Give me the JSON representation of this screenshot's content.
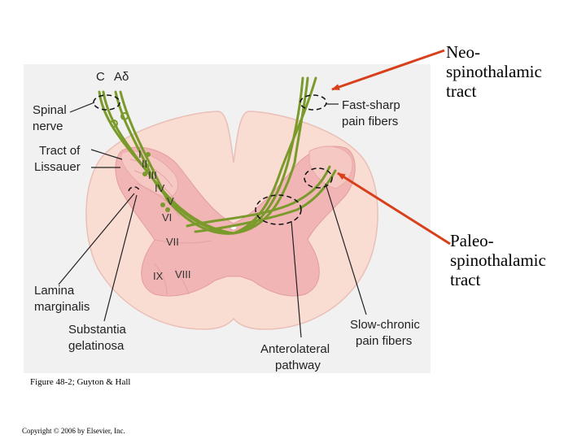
{
  "fiber_types": {
    "c": "C",
    "a_delta": "Aδ"
  },
  "labels": {
    "spinal_nerve": [
      "Spinal",
      "nerve"
    ],
    "tract_of_lissauer": [
      "Tract of",
      "Lissauer"
    ],
    "fast_sharp": [
      "Fast-sharp",
      "pain fibers"
    ],
    "lamina_marginalis": [
      "Lamina",
      "marginalis"
    ],
    "substantia_gelatinosa": [
      "Substantia",
      "gelatinosa"
    ],
    "anterolateral_pathway": [
      "Anterolateral",
      "pathway"
    ],
    "slow_chronic": [
      "Slow-chronic",
      "pain fibers"
    ]
  },
  "laminae": [
    "I",
    "II",
    "III",
    "IV",
    "V",
    "VI",
    "VII",
    "VIII",
    "IX"
  ],
  "annotations": {
    "neo": [
      "Neo-",
      "spinothalamic",
      "tract"
    ],
    "paleo": [
      "Paleo-",
      "spinothalamic",
      "tract"
    ]
  },
  "caption": "Figure 48-2; Guyton & Hall",
  "copyright": "Copyright © 2006 by Elsevier, Inc.",
  "colors": {
    "panel_bg": "#f1f1f1",
    "white_matter": "#f9ddd3",
    "gray_matter": "#f0b5b4",
    "fiber_green": "#7b9a2c",
    "arrow_red": "#d8401c"
  }
}
